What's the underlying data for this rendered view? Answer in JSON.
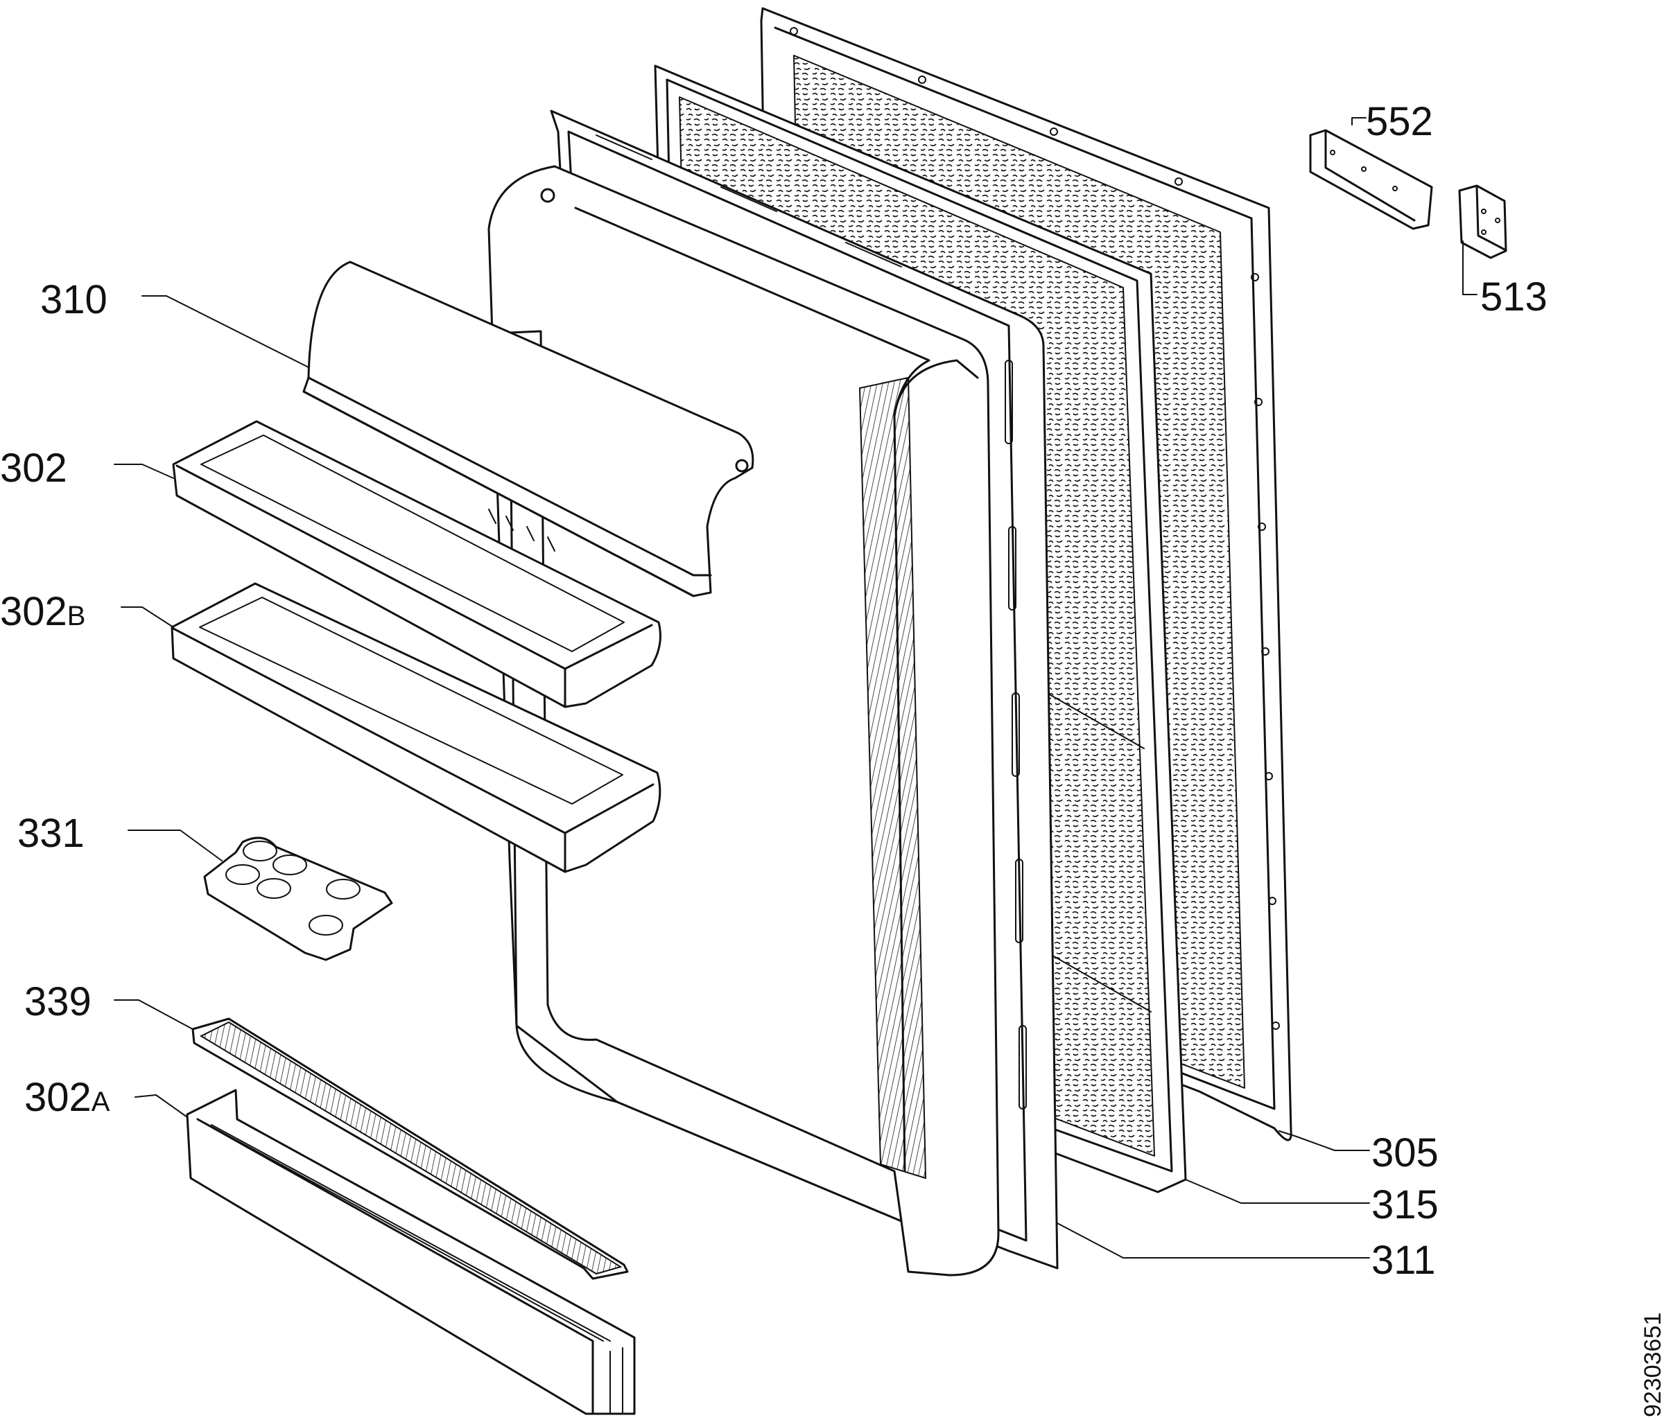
{
  "document_code": "92303651",
  "parts": [
    {
      "id": "p310",
      "number": "310",
      "suffix": ""
    },
    {
      "id": "p302",
      "number": "302",
      "suffix": ""
    },
    {
      "id": "p302b",
      "number": "302",
      "suffix": "B"
    },
    {
      "id": "p331",
      "number": "331",
      "suffix": ""
    },
    {
      "id": "p339",
      "number": "339",
      "suffix": ""
    },
    {
      "id": "p302a",
      "number": "302",
      "suffix": "A"
    },
    {
      "id": "p552",
      "number": "552",
      "suffix": ""
    },
    {
      "id": "p513",
      "number": "513",
      "suffix": ""
    },
    {
      "id": "p305",
      "number": "305",
      "suffix": ""
    },
    {
      "id": "p315",
      "number": "315",
      "suffix": ""
    },
    {
      "id": "p311",
      "number": "311",
      "suffix": ""
    }
  ]
}
